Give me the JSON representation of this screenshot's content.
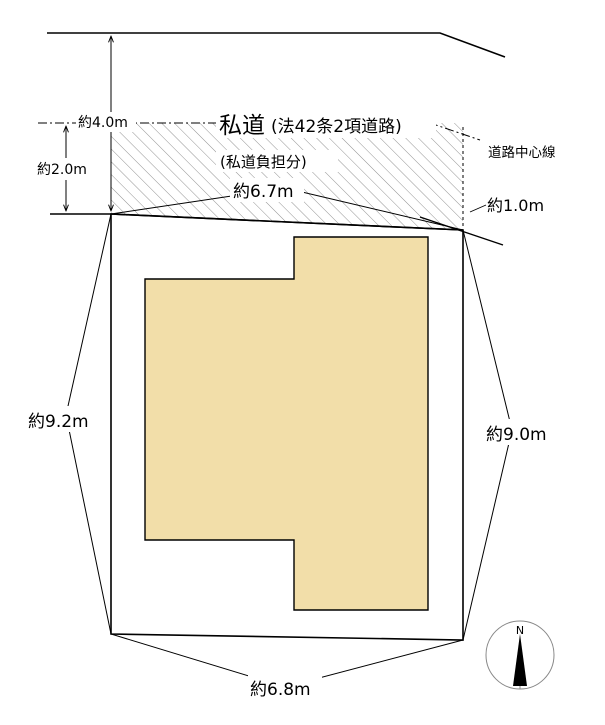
{
  "road": {
    "title_main": "私道",
    "title_sub": "(法42条2項道路)",
    "burden": "(私道負担分)",
    "center_line": "道路中心線"
  },
  "dimensions": {
    "road_width": "約4.0m",
    "setback_depth": "約2.0m",
    "frontage": "約6.7m",
    "corner_offset": "約1.0m",
    "left_side": "約9.2m",
    "right_side": "約9.0m",
    "rear": "約6.8m"
  },
  "compass": {
    "north_label": "N"
  },
  "colors": {
    "building_fill": "#f2dea9",
    "line": "#000000",
    "hatch": "#777777",
    "background": "#ffffff"
  }
}
